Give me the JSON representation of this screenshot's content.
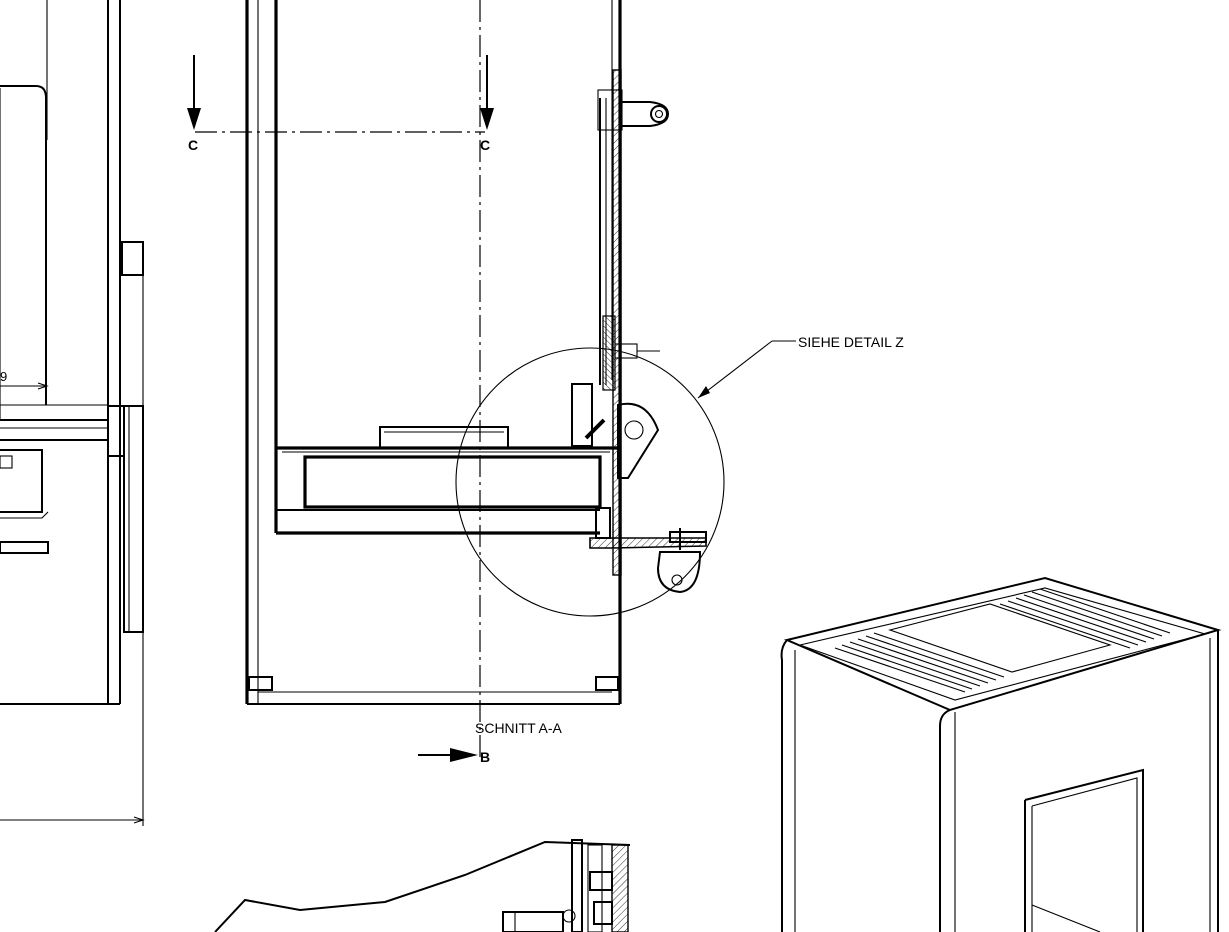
{
  "drawing": {
    "labels": {
      "section_c_left": "C",
      "section_c_right": "C",
      "detail_callout": "SIEHE DETAIL Z",
      "section_title": "SCHNITT A-A",
      "section_b_marker": "B",
      "left_dimension_fragment": "9"
    }
  }
}
